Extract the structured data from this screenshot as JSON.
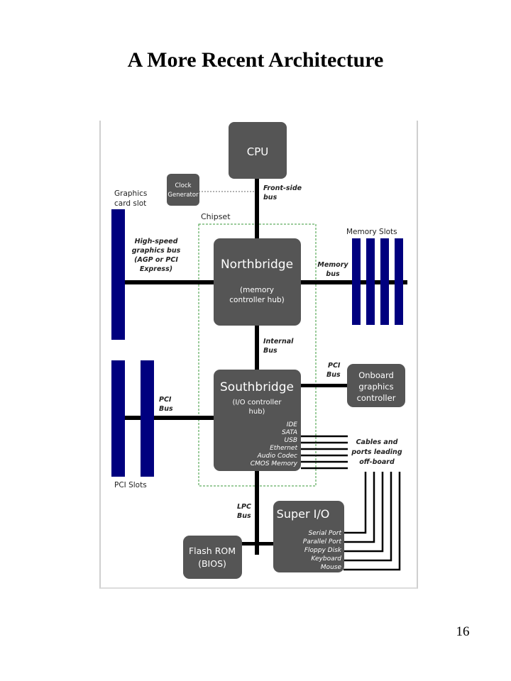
{
  "slide": {
    "title": "A More Recent Architecture",
    "page_number": "16"
  },
  "diagram": {
    "cpu": "CPU",
    "clock": [
      "Clock",
      "Generator"
    ],
    "front_side_bus": [
      "Front-side",
      "bus"
    ],
    "chipset": "Chipset",
    "graphics_slot": [
      "Graphics",
      "card slot"
    ],
    "graphics_bus": [
      "High-speed",
      "graphics bus",
      "(AGP or PCI",
      "Express)"
    ],
    "northbridge": {
      "title": "Northbridge",
      "sub": [
        "(memory",
        "controller hub)"
      ]
    },
    "memory_slots": "Memory Slots",
    "memory_bus": [
      "Memory",
      "bus"
    ],
    "internal_bus": [
      "Internal",
      "Bus"
    ],
    "pci_bus_right": [
      "PCI",
      "Bus"
    ],
    "onboard_graphics": [
      "Onboard",
      "graphics",
      "controller"
    ],
    "southbridge": {
      "title": "Southbridge",
      "sub": [
        "(I/O controller",
        "hub)"
      ],
      "ports": [
        "IDE",
        "SATA",
        "USB",
        "Ethernet",
        "Audio Codec",
        "CMOS Memory"
      ]
    },
    "pci_bus_left": [
      "PCI",
      "Bus"
    ],
    "pci_slots": "PCI Slots",
    "cables": [
      "Cables and",
      "ports leading",
      "off-board"
    ],
    "lpc_bus": [
      "LPC",
      "Bus"
    ],
    "super_io": {
      "title": "Super I/O",
      "ports": [
        "Serial Port",
        "Parallel Port",
        "Floppy Disk",
        "Keyboard",
        "Mouse"
      ]
    },
    "flash_rom": [
      "Flash ROM",
      "(BIOS)"
    ],
    "colors": {
      "box": "#555555",
      "slot": "#00007f",
      "bus": "#000000",
      "chipset_border": "#3a9a3a"
    }
  }
}
